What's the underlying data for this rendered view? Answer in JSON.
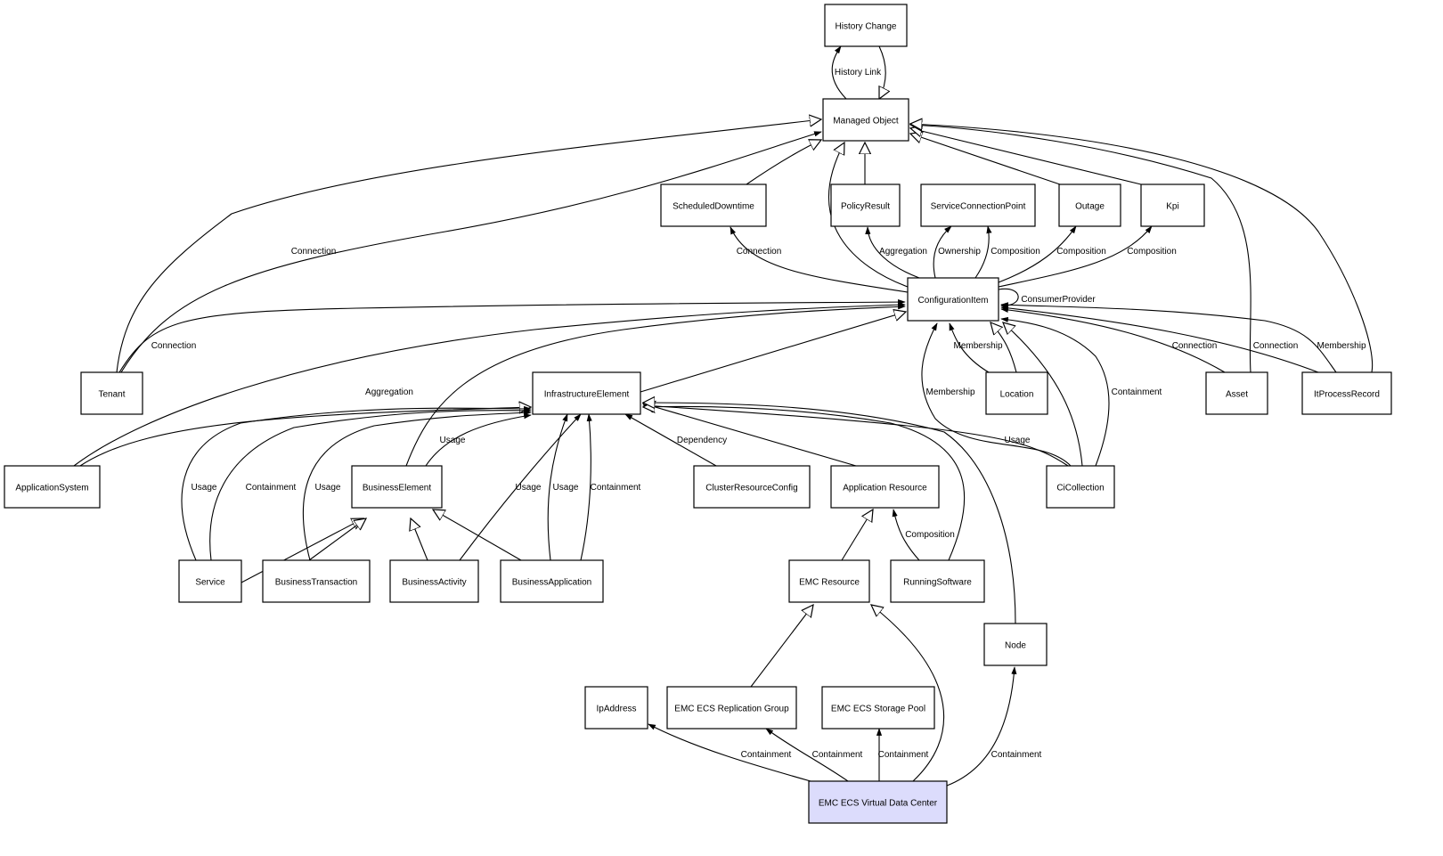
{
  "title": "Class relationship diagram — EMC ECS Virtual Data Center",
  "colors": {
    "node_fill": "#ffffff",
    "highlight_fill": "#dcdcfc",
    "stroke": "#000000"
  },
  "nodes": [
    {
      "id": "history_change",
      "label": "History Change"
    },
    {
      "id": "managed_object",
      "label": "Managed Object"
    },
    {
      "id": "scheduled_downtime",
      "label": "ScheduledDowntime"
    },
    {
      "id": "policy_result",
      "label": "PolicyResult"
    },
    {
      "id": "service_connection_point",
      "label": "ServiceConnectionPoint"
    },
    {
      "id": "outage",
      "label": "Outage"
    },
    {
      "id": "kpi",
      "label": "Kpi"
    },
    {
      "id": "configuration_item",
      "label": "ConfigurationItem"
    },
    {
      "id": "tenant",
      "label": "Tenant"
    },
    {
      "id": "infrastructure_element",
      "label": "InfrastructureElement"
    },
    {
      "id": "location",
      "label": "Location"
    },
    {
      "id": "asset",
      "label": "Asset"
    },
    {
      "id": "it_process_record",
      "label": "ItProcessRecord"
    },
    {
      "id": "application_system",
      "label": "ApplicationSystem"
    },
    {
      "id": "business_element",
      "label": "BusinessElement"
    },
    {
      "id": "cluster_resource_config",
      "label": "ClusterResourceConfig"
    },
    {
      "id": "application_resource",
      "label": "Application Resource"
    },
    {
      "id": "ci_collection",
      "label": "CiCollection"
    },
    {
      "id": "service",
      "label": "Service"
    },
    {
      "id": "business_transaction",
      "label": "BusinessTransaction"
    },
    {
      "id": "business_activity",
      "label": "BusinessActivity"
    },
    {
      "id": "business_application",
      "label": "BusinessApplication"
    },
    {
      "id": "emc_resource",
      "label": "EMC Resource"
    },
    {
      "id": "running_software",
      "label": "RunningSoftware"
    },
    {
      "id": "node",
      "label": "Node"
    },
    {
      "id": "ip_address",
      "label": "IpAddress"
    },
    {
      "id": "emc_ecs_replication_group",
      "label": "EMC ECS Replication Group"
    },
    {
      "id": "emc_ecs_storage_pool",
      "label": "EMC ECS Storage Pool"
    },
    {
      "id": "emc_ecs_virtual_data_center",
      "label": "EMC ECS Virtual Data Center",
      "highlight": true
    }
  ],
  "edges": [
    {
      "from": "managed_object",
      "to": "history_change",
      "label": "History Link",
      "kind": "association"
    },
    {
      "from": "history_change",
      "to": "managed_object",
      "label": "",
      "kind": "inheritance"
    },
    {
      "from": "tenant",
      "to": "managed_object",
      "label": "",
      "kind": "inheritance"
    },
    {
      "from": "tenant",
      "to": "managed_object",
      "label": "Connection",
      "kind": "association"
    },
    {
      "from": "scheduled_downtime",
      "to": "managed_object",
      "label": "",
      "kind": "inheritance"
    },
    {
      "from": "configuration_item",
      "to": "managed_object",
      "label": "",
      "kind": "inheritance"
    },
    {
      "from": "policy_result",
      "to": "managed_object",
      "label": "",
      "kind": "inheritance"
    },
    {
      "from": "outage",
      "to": "managed_object",
      "label": "",
      "kind": "inheritance"
    },
    {
      "from": "kpi",
      "to": "managed_object",
      "label": "",
      "kind": "inheritance"
    },
    {
      "from": "asset",
      "to": "managed_object",
      "label": "",
      "kind": "inheritance"
    },
    {
      "from": "it_process_record",
      "to": "managed_object",
      "label": "",
      "kind": "inheritance"
    },
    {
      "from": "configuration_item",
      "to": "scheduled_downtime",
      "label": "Connection",
      "kind": "association"
    },
    {
      "from": "configuration_item",
      "to": "policy_result",
      "label": "Aggregation",
      "kind": "association"
    },
    {
      "from": "configuration_item",
      "to": "service_connection_point",
      "label": "Ownership",
      "kind": "association"
    },
    {
      "from": "configuration_item",
      "to": "service_connection_point",
      "label": "Composition",
      "kind": "association"
    },
    {
      "from": "configuration_item",
      "to": "outage",
      "label": "Composition",
      "kind": "association"
    },
    {
      "from": "configuration_item",
      "to": "kpi",
      "label": "Composition",
      "kind": "association"
    },
    {
      "from": "configuration_item",
      "to": "configuration_item",
      "label": "ConsumerProvider",
      "kind": "association"
    },
    {
      "from": "tenant",
      "to": "configuration_item",
      "label": "Connection",
      "kind": "association"
    },
    {
      "from": "application_system",
      "to": "configuration_item",
      "label": "Aggregation",
      "kind": "association"
    },
    {
      "from": "business_element",
      "to": "configuration_item",
      "label": "",
      "kind": "association"
    },
    {
      "from": "infrastructure_element",
      "to": "configuration_item",
      "label": "",
      "kind": "inheritance"
    },
    {
      "from": "location",
      "to": "configuration_item",
      "label": "Membership",
      "kind": "association"
    },
    {
      "from": "location",
      "to": "configuration_item",
      "label": "",
      "kind": "inheritance"
    },
    {
      "from": "ci_collection",
      "to": "configuration_item",
      "label": "Membership",
      "kind": "association"
    },
    {
      "from": "ci_collection",
      "to": "configuration_item",
      "label": "",
      "kind": "inheritance"
    },
    {
      "from": "ci_collection",
      "to": "configuration_item",
      "label": "Containment",
      "kind": "association"
    },
    {
      "from": "asset",
      "to": "configuration_item",
      "label": "Connection",
      "kind": "association"
    },
    {
      "from": "it_process_record",
      "to": "configuration_item",
      "label": "Connection",
      "kind": "association"
    },
    {
      "from": "it_process_record",
      "to": "configuration_item",
      "label": "Membership",
      "kind": "association"
    },
    {
      "from": "application_system",
      "to": "infrastructure_element",
      "label": "",
      "kind": "inheritance"
    },
    {
      "from": "service",
      "to": "infrastructure_element",
      "label": "Usage",
      "kind": "association"
    },
    {
      "from": "service",
      "to": "infrastructure_element",
      "label": "Containment",
      "kind": "association"
    },
    {
      "from": "business_transaction",
      "to": "infrastructure_element",
      "label": "Usage",
      "kind": "association"
    },
    {
      "from": "business_element",
      "to": "infrastructure_element",
      "label": "Usage",
      "kind": "association"
    },
    {
      "from": "business_activity",
      "to": "infrastructure_element",
      "label": "Usage",
      "kind": "association"
    },
    {
      "from": "business_application",
      "to": "infrastructure_element",
      "label": "Usage",
      "kind": "association"
    },
    {
      "from": "business_application",
      "to": "infrastructure_element",
      "label": "Containment",
      "kind": "association"
    },
    {
      "from": "cluster_resource_config",
      "to": "infrastructure_element",
      "label": "Dependency",
      "kind": "association"
    },
    {
      "from": "application_resource",
      "to": "infrastructure_element",
      "label": "",
      "kind": "inheritance"
    },
    {
      "from": "ci_collection",
      "to": "infrastructure_element",
      "label": "Usage",
      "kind": "association"
    },
    {
      "from": "running_software",
      "to": "infrastructure_element",
      "label": "",
      "kind": "inheritance"
    },
    {
      "from": "node",
      "to": "infrastructure_element",
      "label": "",
      "kind": "inheritance"
    },
    {
      "from": "service",
      "to": "business_element",
      "label": "",
      "kind": "inheritance"
    },
    {
      "from": "business_transaction",
      "to": "business_element",
      "label": "",
      "kind": "inheritance"
    },
    {
      "from": "business_activity",
      "to": "business_element",
      "label": "",
      "kind": "inheritance"
    },
    {
      "from": "business_application",
      "to": "business_element",
      "label": "",
      "kind": "inheritance"
    },
    {
      "from": "emc_resource",
      "to": "application_resource",
      "label": "",
      "kind": "inheritance"
    },
    {
      "from": "running_software",
      "to": "application_resource",
      "label": "Composition",
      "kind": "association"
    },
    {
      "from": "emc_ecs_replication_group",
      "to": "emc_resource",
      "label": "",
      "kind": "inheritance"
    },
    {
      "from": "emc_ecs_virtual_data_center",
      "to": "emc_resource",
      "label": "",
      "kind": "inheritance"
    },
    {
      "from": "emc_ecs_virtual_data_center",
      "to": "ip_address",
      "label": "Containment",
      "kind": "association"
    },
    {
      "from": "emc_ecs_virtual_data_center",
      "to": "emc_ecs_replication_group",
      "label": "Containment",
      "kind": "association"
    },
    {
      "from": "emc_ecs_virtual_data_center",
      "to": "emc_ecs_storage_pool",
      "label": "Containment",
      "kind": "association"
    },
    {
      "from": "emc_ecs_virtual_data_center",
      "to": "node",
      "label": "Containment",
      "kind": "association"
    }
  ]
}
